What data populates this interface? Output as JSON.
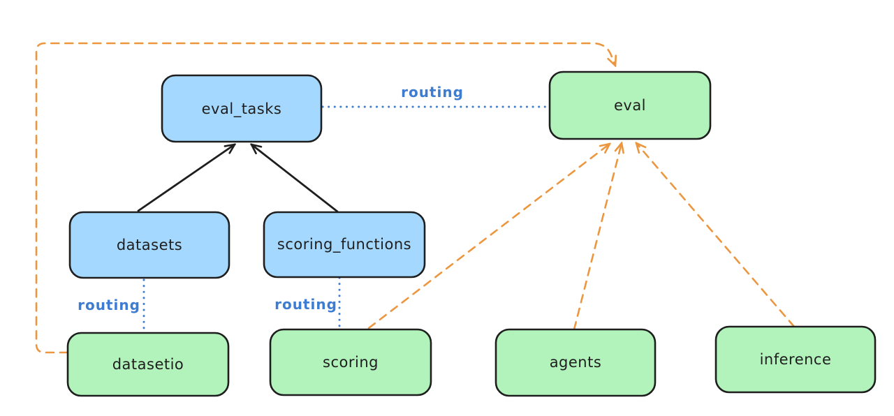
{
  "diagram": {
    "nodes": {
      "eval_tasks": {
        "label": "eval_tasks",
        "fill": "blue"
      },
      "eval": {
        "label": "eval",
        "fill": "green"
      },
      "datasets": {
        "label": "datasets",
        "fill": "blue"
      },
      "scoring_functions": {
        "label": "scoring_functions",
        "fill": "blue"
      },
      "datasetio": {
        "label": "datasetio",
        "fill": "green"
      },
      "scoring": {
        "label": "scoring",
        "fill": "green"
      },
      "agents": {
        "label": "agents",
        "fill": "green"
      },
      "inference": {
        "label": "inference",
        "fill": "green"
      }
    },
    "edge_labels": {
      "eval_tasks_to_eval": "routing",
      "datasets_to_datasetio": "routing",
      "scoring_functions_to_scoring": "routing"
    },
    "edges": [
      {
        "from": "datasets",
        "to": "eval_tasks",
        "style": "solid-black-arrow"
      },
      {
        "from": "scoring_functions",
        "to": "eval_tasks",
        "style": "solid-black-arrow"
      },
      {
        "from": "eval_tasks",
        "to": "eval",
        "style": "dotted-blue",
        "label": "routing"
      },
      {
        "from": "datasets",
        "to": "datasetio",
        "style": "dotted-blue",
        "label": "routing"
      },
      {
        "from": "scoring_functions",
        "to": "scoring",
        "style": "dotted-blue",
        "label": "routing"
      },
      {
        "from": "datasetio",
        "to": "eval",
        "style": "dashed-orange-arrow"
      },
      {
        "from": "scoring",
        "to": "eval",
        "style": "dashed-orange-arrow"
      },
      {
        "from": "agents",
        "to": "eval",
        "style": "dashed-orange-arrow"
      },
      {
        "from": "inference",
        "to": "eval",
        "style": "dashed-orange-arrow"
      }
    ],
    "colors": {
      "canvas": "#ffffff",
      "ink": "#1e1e1e",
      "blue_fill": "#a5d8ff",
      "green_fill": "#b2f2bb",
      "routing_blue": "#3d7cd0",
      "arrow_orange": "#ec9740"
    }
  }
}
